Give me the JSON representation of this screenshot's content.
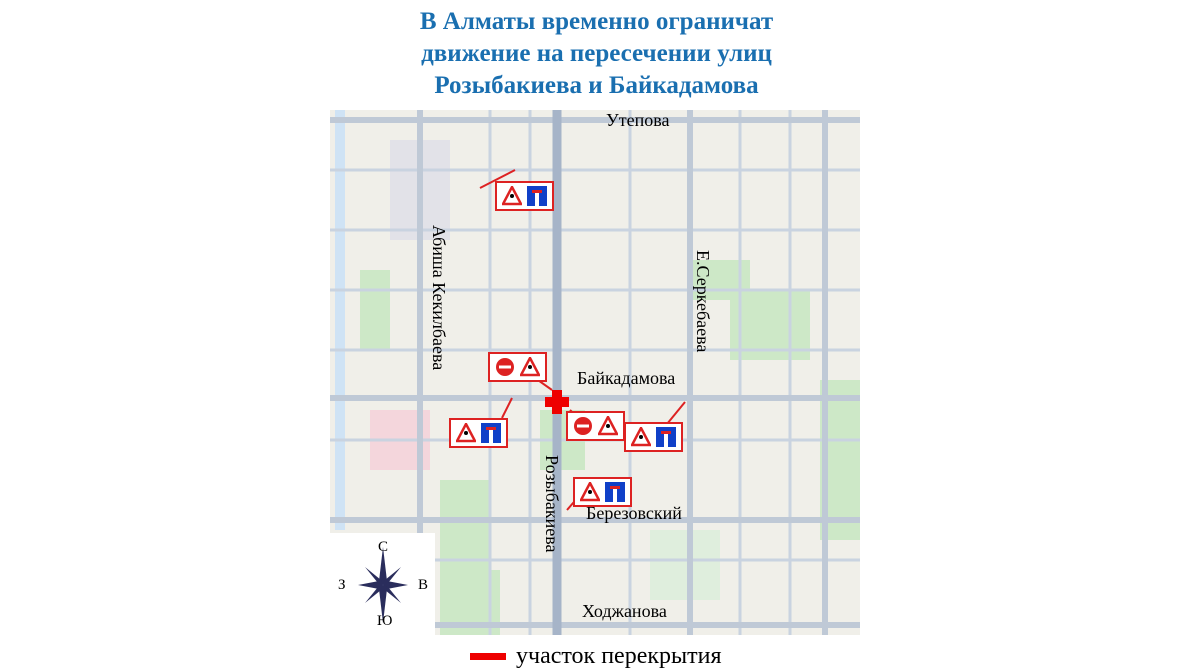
{
  "title": {
    "line1": "В Алматы временно ограничат",
    "line2": "движение на пересечении улиц",
    "line3": "Розыбакиева и Байкадамова"
  },
  "streets": {
    "utepova": "Утепова",
    "kekilbaeva": "Абиша Кекилбаева",
    "serkebaeva": "Е.Серкебаева",
    "baikadamova": "Байкадамова",
    "rozybakieva": "Розыбакиева",
    "berezovsky": "Березовский",
    "khodzhanova": "Ходжанова"
  },
  "compass": {
    "n": "С",
    "s": "Ю",
    "w": "З",
    "e": "В"
  },
  "legend": {
    "label": "участок перекрытия",
    "color": "#e00000"
  },
  "colors": {
    "title": "#1a6fb0",
    "sign_border": "#dd2222"
  }
}
